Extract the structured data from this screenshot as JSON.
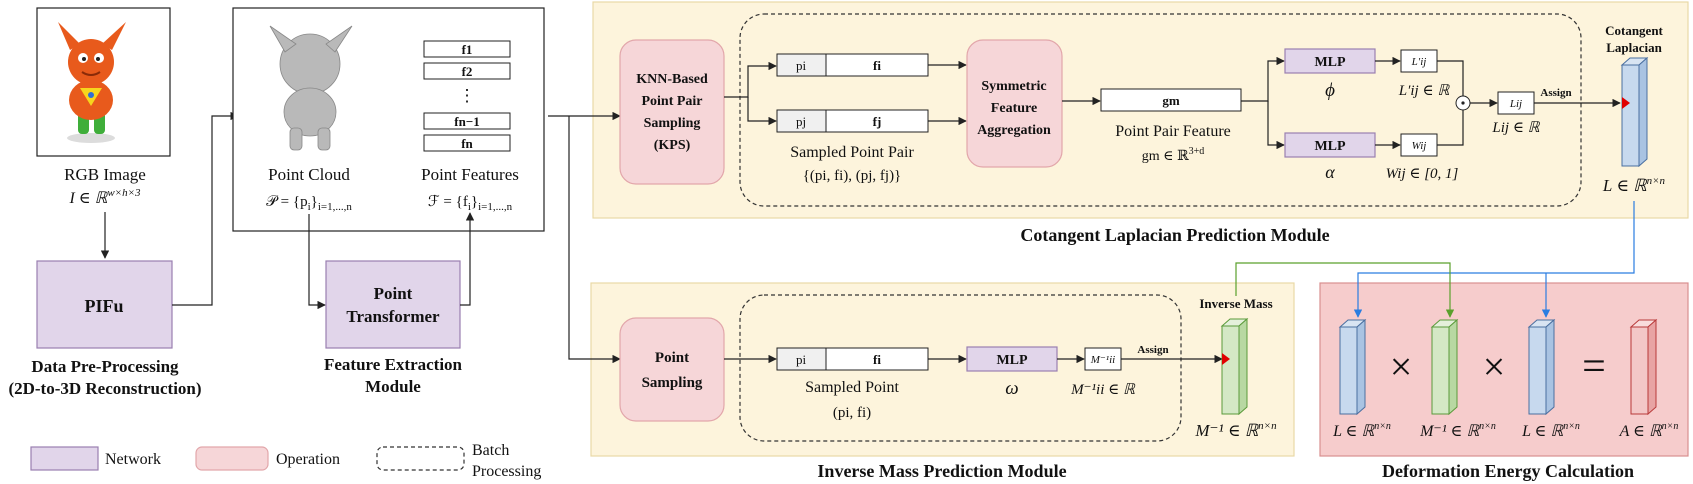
{
  "preprocessing": {
    "rgb_image_label": "RGB Image",
    "rgb_image_formula": "I ∈ ℝ",
    "rgb_image_formula_sup": "w×h×3",
    "pifu_label": "PIFu",
    "title_line1": "Data Pre-Processing",
    "title_line2": "(2D-to-3D Reconstruction)"
  },
  "feature_extraction": {
    "point_cloud_label": "Point Cloud",
    "point_cloud_formula": "𝒫 = {p",
    "point_cloud_formula_sub": "i",
    "point_cloud_formula_end": "}",
    "point_cloud_range": "i=1,...,n",
    "point_features_label": "Point Features",
    "point_features_formula": "ℱ = {f",
    "point_features_formula_sub": "i",
    "point_features_formula_end": "}",
    "point_features_range": "i=1,...,n",
    "feature_list": [
      "f1",
      "f2",
      "fn−1",
      "fn"
    ],
    "vertical_ellipsis": "⋮",
    "transformer_line1": "Point",
    "transformer_line2": "Transformer",
    "title_line1": "Feature Extraction",
    "title_line2": "Module"
  },
  "cotangent_module": {
    "kps_line1": "KNN-Based",
    "kps_line2": "Point Pair",
    "kps_line3": "Sampling",
    "kps_line4": "(KPS)",
    "pi_label": "pi",
    "fi_label": "fi",
    "pj_label": "pj",
    "fj_label": "fj",
    "sampled_pair_label": "Sampled Point Pair",
    "sampled_pair_formula": "{(pi, fi), (pj, fj)}",
    "symmetric_line1": "Symmetric",
    "symmetric_line2": "Feature",
    "symmetric_line3": "Aggregation",
    "gm_label": "gm",
    "point_pair_feature_label": "Point Pair Feature",
    "gm_formula": "gm ∈ ℝ",
    "gm_formula_sup": "3+d",
    "mlp_top_label": "MLP",
    "phi_symbol": "ϕ",
    "mlp_bottom_label": "MLP",
    "alpha_symbol": "α",
    "l_prime_box": "L′ij",
    "l_prime_formula": "L′ij ∈ ℝ",
    "w_box": "Wij",
    "w_formula": "Wij ∈ [0, 1]",
    "odot_symbol": "⊙",
    "l_box": "Lij",
    "l_formula": "Lij ∈ ℝ",
    "assign_label": "Assign",
    "cotangent_title_line1": "Cotangent",
    "cotangent_title_line2": "Laplacian",
    "laplacian_formula": "L ∈ ℝ",
    "laplacian_formula_sup": "n×n",
    "title": "Cotangent Laplacian Prediction Module"
  },
  "inverse_mass_module": {
    "sampling_line1": "Point",
    "sampling_line2": "Sampling",
    "pi_label": "pi",
    "fi_label": "fi",
    "sampled_point_label": "Sampled Point",
    "sampled_point_formula": "(pi, fi)",
    "mlp_label": "MLP",
    "omega_symbol": "ω",
    "m_box": "M⁻¹ii",
    "m_formula": "M⁻¹ii ∈ ℝ",
    "assign_label": "Assign",
    "inverse_mass_label": "Inverse Mass",
    "inverse_mass_formula": "M⁻¹ ∈ ℝ",
    "inverse_mass_formula_sup": "n×n",
    "title": "Inverse Mass Prediction Module"
  },
  "deformation": {
    "formula_1": "L ∈ ℝ",
    "formula_2": "M⁻¹ ∈ ℝ",
    "formula_3": "L ∈ ℝ",
    "formula_4": "A ∈ ℝ",
    "formula_sup": "n×n",
    "times_symbol": "×",
    "equals_symbol": "=",
    "title": "Deformation Energy Calculation"
  },
  "legend": {
    "network": "Network",
    "operation": "Operation",
    "batch_line1": "Batch",
    "batch_line2": "Processing"
  },
  "colors": {
    "network_fill": "#e1d5ea",
    "network_stroke": "#9a7fb0",
    "operation_fill": "#f6d6d8",
    "operation_stroke": "#e2a6aa",
    "module_bg": "#fdf4dc",
    "module_border": "#e9d9a6",
    "deformation_bg": "#f6cccc",
    "deformation_border": "#d98f8f",
    "blue_matrix": "#c7d9ee",
    "green_matrix": "#d4e8c5",
    "red_matrix": "#f3c7c7",
    "accent_red": "#e00000",
    "arrow_blue": "#2a7de1",
    "arrow_green": "#5aa02c"
  }
}
